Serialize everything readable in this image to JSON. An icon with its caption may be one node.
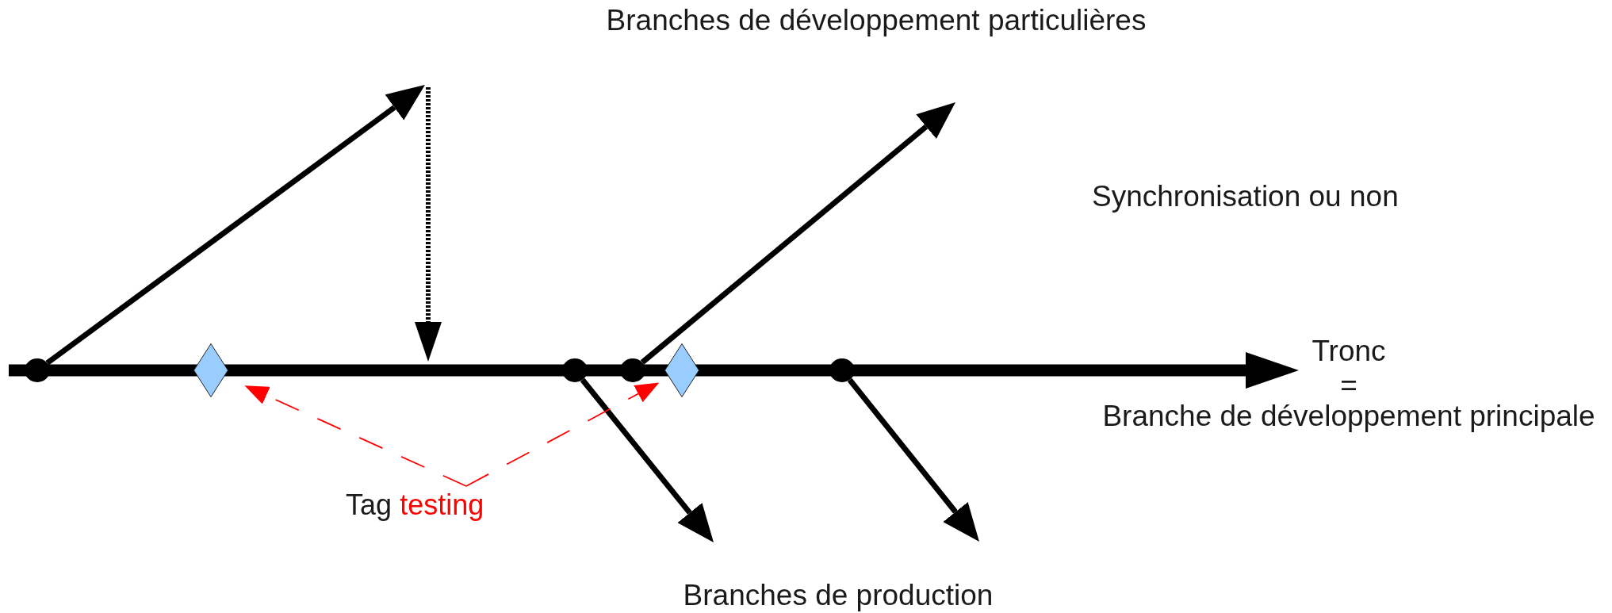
{
  "diagram": {
    "nodes": [
      {
        "text": [],
        "shape": "circle"
      },
      {
        "text": [],
        "shape": "circle"
      },
      {
        "text": [],
        "shape": "circle"
      },
      {
        "text": [],
        "shape": "circle"
      },
      {
        "text": [],
        "shape": "diamond"
      },
      {
        "text": [],
        "shape": "diamond"
      },
      {
        "text": [
          "Tag",
          "testing"
        ]
      }
    ],
    "edges": [
      {
        "from": null,
        "to": 0,
        "arrow": "none"
      },
      {
        "from": 0,
        "to": 4,
        "arrow": "none"
      },
      {
        "from": 4,
        "to": 1,
        "arrow": "none"
      },
      {
        "from": 1,
        "to": 2,
        "arrow": "none"
      },
      {
        "from": 2,
        "to": 5,
        "arrow": "none"
      },
      {
        "from": 5,
        "to": 3,
        "arrow": "none"
      },
      {
        "from": 3,
        "to": null,
        "arrow": "to"
      },
      {
        "from": 0,
        "to": null,
        "arrow": "to"
      },
      {
        "from": 2,
        "to": null,
        "arrow": "to"
      },
      {
        "from": 1,
        "to": null,
        "arrow": "to"
      },
      {
        "from": 3,
        "to": null,
        "arrow": "to"
      },
      {
        "from": 6,
        "to": 4,
        "arrow": "to",
        "style": "dashed",
        "color": "#ff0000"
      },
      {
        "from": 6,
        "to": 5,
        "arrow": "to",
        "style": "dashed",
        "color": "#ff0000"
      }
    ],
    "labels": [
      "Branches de développement particulières",
      "Synchronisation ou non",
      "Tronc",
      "=",
      "Branche de développement principale",
      "Branches de production"
    ]
  }
}
